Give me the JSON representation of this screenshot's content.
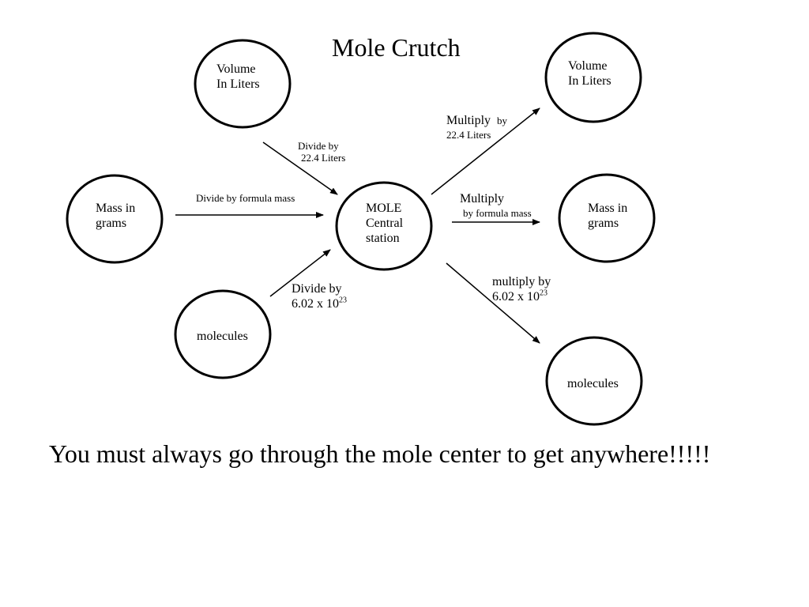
{
  "title": "Mole Crutch",
  "nodes": {
    "center": {
      "line1": "MOLE",
      "line2": "Central",
      "line3": "station"
    },
    "left_volume": {
      "line1": "Volume",
      "line2": "In Liters"
    },
    "left_mass": {
      "line1": "Mass in",
      "line2": "grams"
    },
    "left_molecules": {
      "line1": "molecules"
    },
    "right_volume": {
      "line1": "Volume",
      "line2": "In Liters"
    },
    "right_mass": {
      "line1": "Mass in",
      "line2": "grams"
    },
    "right_molecules": {
      "line1": "molecules"
    }
  },
  "edges": {
    "volume_in": {
      "line1": "Divide by",
      "line2": "22.4 Liters"
    },
    "mass_in": {
      "line1": "Divide by formula mass"
    },
    "molecules_in": {
      "line1": "Divide by",
      "line2_base": "6.02 x 10",
      "line2_exp": "23"
    },
    "volume_out": {
      "line1_a": "Multiply",
      "line1_b": "by",
      "line2": "22.4 Liters"
    },
    "mass_out": {
      "line1": "Multiply",
      "line2": "by formula mass"
    },
    "molecules_out": {
      "line1": "multiply by",
      "line2_base": "6.02 x 10",
      "line2_exp": "23"
    }
  },
  "footer": "You must always go through the mole center to get anywhere!!!!!",
  "colors": {
    "stroke": "#000000",
    "background": "#ffffff",
    "text": "#000000"
  }
}
